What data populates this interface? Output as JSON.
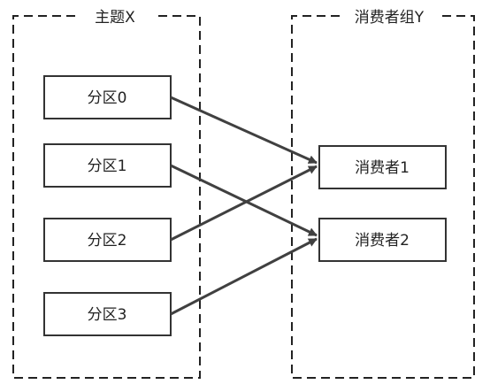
{
  "topic_group": {
    "title": "主题X",
    "partitions": [
      "分区0",
      "分区1",
      "分区2",
      "分区3"
    ]
  },
  "consumer_group": {
    "title": "消费者组Y",
    "consumers": [
      "消费者1",
      "消费者2"
    ]
  },
  "assignments": [
    {
      "from": "分区0",
      "to": "消费者1"
    },
    {
      "from": "分区1",
      "to": "消费者2"
    },
    {
      "from": "分区2",
      "to": "消费者1"
    },
    {
      "from": "分区3",
      "to": "消费者2"
    }
  ]
}
